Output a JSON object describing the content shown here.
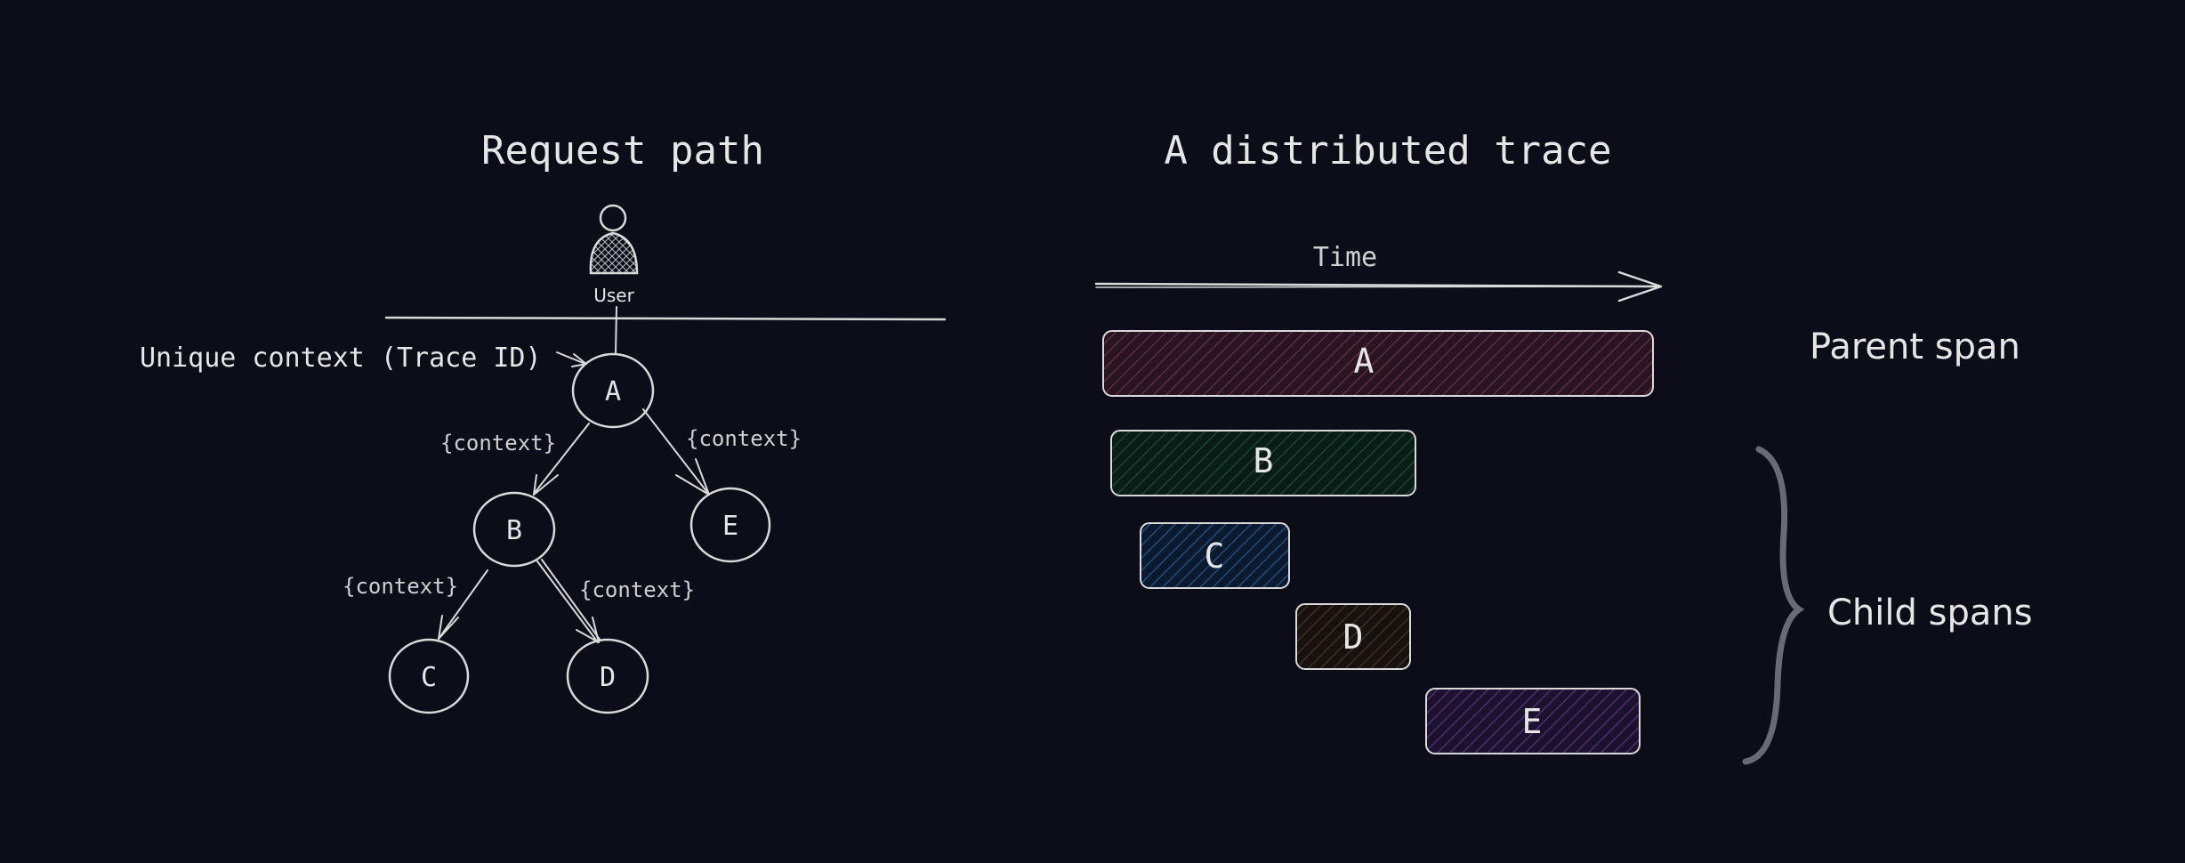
{
  "left": {
    "title": "Request path",
    "user_label": "User",
    "trace_id_label": "Unique context (Trace ID)",
    "nodes": {
      "a": "A",
      "b": "B",
      "c": "C",
      "d": "D",
      "e": "E"
    },
    "edge_labels": {
      "a_b": "{context}",
      "a_e": "{context}",
      "b_c": "{context}",
      "b_d": "{context}"
    }
  },
  "right": {
    "title": "A distributed trace",
    "time_label": "Time",
    "spans": {
      "a": "A",
      "b": "B",
      "c": "C",
      "d": "D",
      "e": "E"
    },
    "parent_label": "Parent span",
    "child_label": "Child spans",
    "colors": {
      "a": "#3a1d2c",
      "b": "#0f2a20",
      "c": "#142a48",
      "d": "#2a1f1c",
      "e": "#2e1c42"
    }
  }
}
